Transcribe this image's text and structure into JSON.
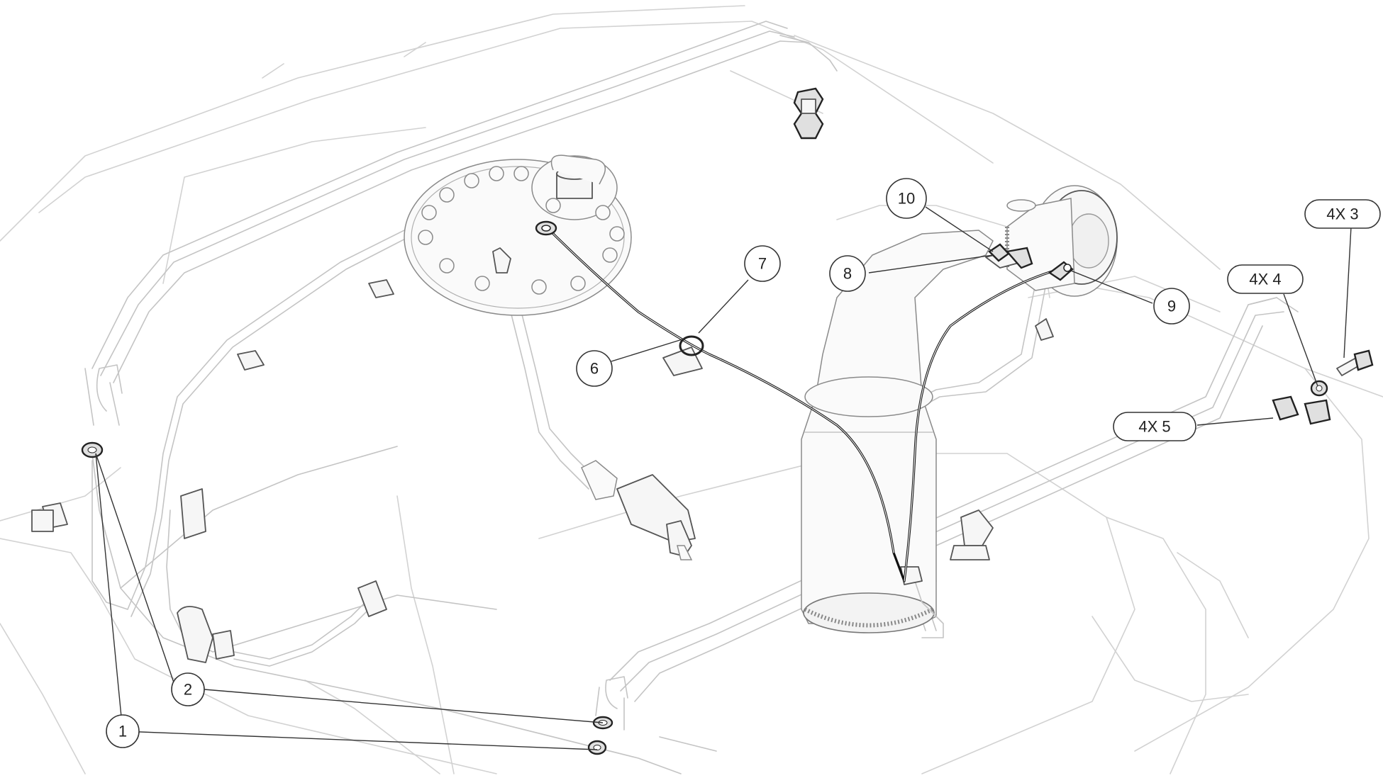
{
  "callouts": [
    {
      "id": "1",
      "label": "1"
    },
    {
      "id": "2",
      "label": "2"
    },
    {
      "id": "3",
      "label": "4X 3"
    },
    {
      "id": "4",
      "label": "4X 4"
    },
    {
      "id": "5",
      "label": "4X 5"
    },
    {
      "id": "6",
      "label": "6"
    },
    {
      "id": "7",
      "label": "7"
    },
    {
      "id": "8",
      "label": "8"
    },
    {
      "id": "9",
      "label": "9"
    },
    {
      "id": "10",
      "label": "10"
    }
  ]
}
